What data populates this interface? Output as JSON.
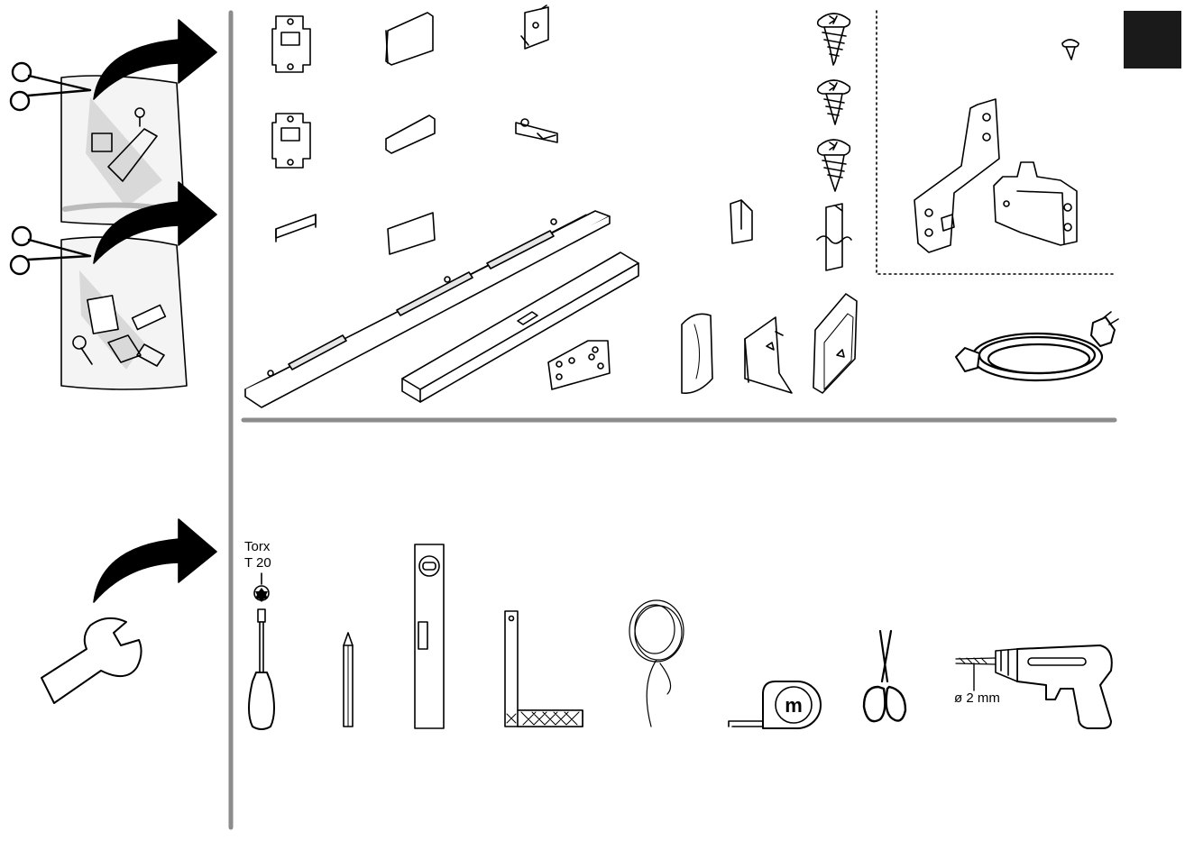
{
  "page": {
    "tab_color": "#1a1a1a",
    "rule_color": "#8c8c8c"
  },
  "left_column": {
    "steps": [
      {
        "name": "cut-open-parts-bag-1",
        "icons": [
          "scissors-icon",
          "arrow-right-icon"
        ]
      },
      {
        "name": "cut-open-parts-bag-2",
        "icons": [
          "scissors-icon",
          "arrow-right-icon"
        ]
      },
      {
        "name": "tools-required",
        "icons": [
          "wrench-icon",
          "arrow-right-icon"
        ]
      }
    ]
  },
  "parts": {
    "items": [
      {
        "name": "mounting-plate-a",
        "icon": "mounting-plate-icon"
      },
      {
        "name": "end-cap-large",
        "icon": "end-cap-icon"
      },
      {
        "name": "clip-bracket",
        "icon": "bracket-icon"
      },
      {
        "name": "mounting-plate-b",
        "icon": "mounting-plate-icon"
      },
      {
        "name": "end-cap-small",
        "icon": "end-cap-icon"
      },
      {
        "name": "locking-clip",
        "icon": "clip-icon"
      },
      {
        "name": "strip",
        "icon": "strip-icon"
      },
      {
        "name": "blank-cover",
        "icon": "cover-icon"
      },
      {
        "name": "mounting-rail",
        "icon": "rail-icon"
      },
      {
        "name": "square-profile",
        "icon": "profile-icon"
      },
      {
        "name": "wall-hook",
        "icon": "hook-icon"
      },
      {
        "name": "corner-piece",
        "icon": "corner-icon"
      },
      {
        "name": "screw-1",
        "icon": "screw-icon"
      },
      {
        "name": "screw-2",
        "icon": "screw-icon"
      },
      {
        "name": "screw-3",
        "icon": "screw-icon"
      },
      {
        "name": "adhesive-strip",
        "icon": "adhesive-icon"
      },
      {
        "name": "end-cover-curved",
        "icon": "cover-icon"
      },
      {
        "name": "end-cover-angled",
        "icon": "cover-icon"
      },
      {
        "name": "end-cover-tall",
        "icon": "cover-icon"
      },
      {
        "name": "power-cable",
        "icon": "power-plug-icon"
      }
    ],
    "optional_kit": [
      {
        "name": "small-screw",
        "icon": "screw-icon"
      },
      {
        "name": "long-bracket",
        "icon": "bracket-icon"
      },
      {
        "name": "angle-bracket",
        "icon": "bracket-icon"
      }
    ]
  },
  "tools": {
    "torx_label_1": "Torx",
    "torx_label_2": "T 20",
    "drill_label": "ø 2 mm",
    "tape_letter": "m",
    "items": [
      {
        "name": "torx-screwdriver",
        "icon": "screwdriver-icon"
      },
      {
        "name": "pencil",
        "icon": "pencil-icon"
      },
      {
        "name": "spirit-level",
        "icon": "level-icon"
      },
      {
        "name": "set-square",
        "icon": "square-icon"
      },
      {
        "name": "string",
        "icon": "string-icon"
      },
      {
        "name": "tape-measure",
        "icon": "tape-measure-icon"
      },
      {
        "name": "scissors",
        "icon": "scissors-icon"
      },
      {
        "name": "drill",
        "icon": "drill-icon"
      }
    ]
  }
}
